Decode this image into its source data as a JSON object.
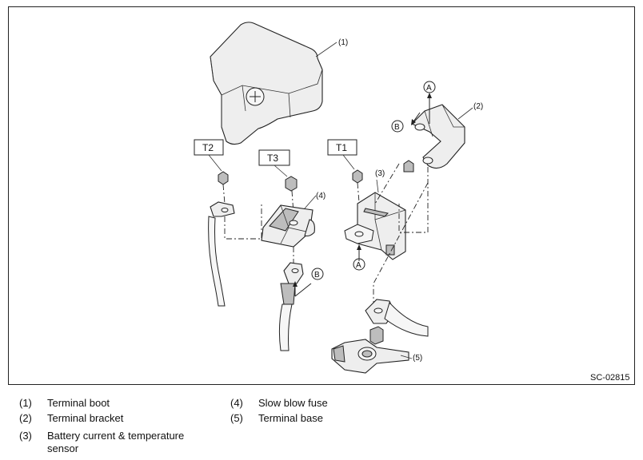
{
  "diagram": {
    "callouts": [
      "(1)",
      "(2)",
      "(3)",
      "(4)",
      "(5)"
    ],
    "torque_labels": [
      "T1",
      "T2",
      "T3"
    ],
    "view_refs": [
      "A",
      "B"
    ],
    "figure_code": "SC-02815"
  },
  "legend": [
    {
      "number": "(1)",
      "label": "Terminal boot"
    },
    {
      "number": "(2)",
      "label": "Terminal bracket"
    },
    {
      "number": "(3)",
      "label": "Battery current & temperature sensor"
    },
    {
      "number": "(4)",
      "label": "Slow blow fuse"
    },
    {
      "number": "(5)",
      "label": "Terminal base"
    }
  ]
}
